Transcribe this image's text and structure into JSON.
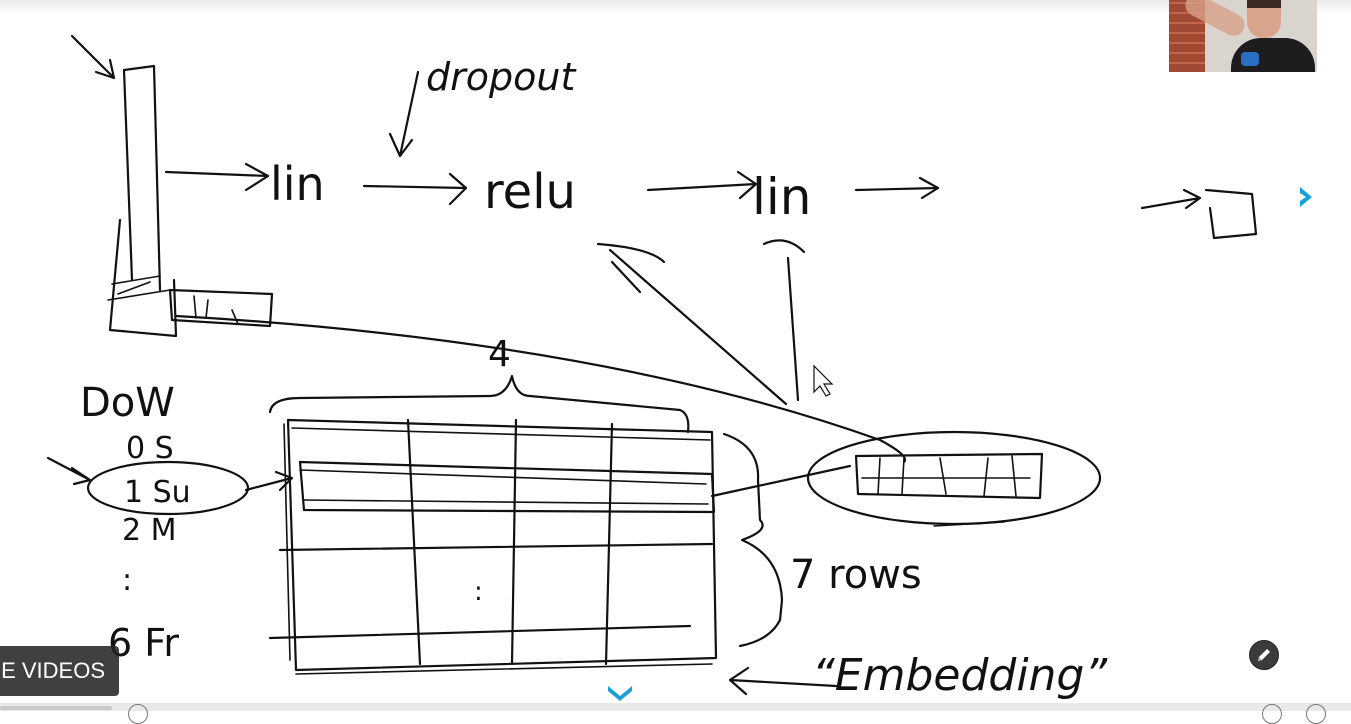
{
  "whiteboard": {
    "labels": {
      "dropout": "dropout",
      "lin_1": "lin",
      "relu": "relu",
      "lin_2": "lin",
      "dow": "DoW",
      "row0": "0 S",
      "row1": "1 Su",
      "row2": "2 M",
      "row_last": "6 Fr",
      "dots": ":",
      "four": "4",
      "seven_rows": "7 rows",
      "embedding": "“Embedding”"
    }
  },
  "overlay": {
    "more_videos_label": "RE VIDEOS",
    "next_icon": "chevron-right-icon",
    "edit_icon": "pencil-icon",
    "expand_icon": "chevron-down-icon",
    "accent_color": "#1aa0d8"
  }
}
